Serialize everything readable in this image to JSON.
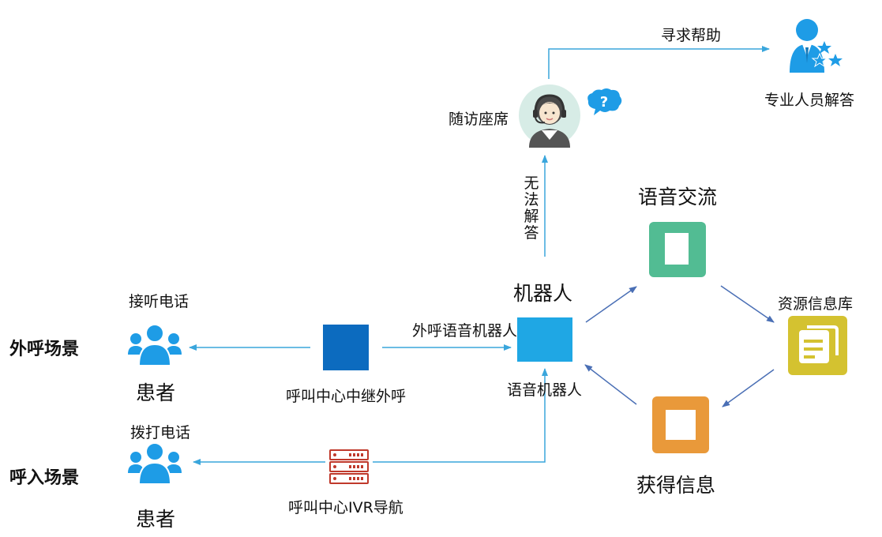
{
  "colors": {
    "arrow_light": "#3aa6dc",
    "arrow_dark": "#4a6fb5",
    "person_blue": "#1e9ce6",
    "relay_blue": "#0c6bbf",
    "robot_blue": "#1fa7e4",
    "green": "#52bc93",
    "yellow": "#d4c230",
    "orange": "#e9993a",
    "server_red": "#c0392b"
  },
  "icons": {
    "patient_outbound": "patients-group-icon",
    "patient_inbound": "patients-group-icon",
    "relay": "relay-square-icon",
    "robot": "robot-square-icon",
    "ivr": "server-rack-icon",
    "agent": "headset-agent-icon",
    "question": "question-bubble-icon",
    "expert": "expert-stars-icon",
    "voice": "voice-exchange-icon",
    "library": "resource-library-icon",
    "info": "info-acquire-icon"
  },
  "scenes": {
    "outbound": "外呼场景",
    "inbound": "呼入场景"
  },
  "patients": {
    "outbound_action": "接听电话",
    "outbound_label": "患者",
    "inbound_action": "拨打电话",
    "inbound_label": "患者"
  },
  "nodes": {
    "relay": "呼叫中心中继外呼",
    "ivr": "呼叫中心IVR导航",
    "outbound_robot_arrow": "外呼语音机器人",
    "robot_title": "机器人",
    "robot": "语音机器人",
    "unable": [
      "无",
      "法",
      "解",
      "答"
    ],
    "agent": "随访座席",
    "help": "寻求帮助",
    "expert": "专业人员解答"
  },
  "cycle": {
    "voice": "语音交流",
    "library": "资源信息库",
    "info": "获得信息"
  }
}
